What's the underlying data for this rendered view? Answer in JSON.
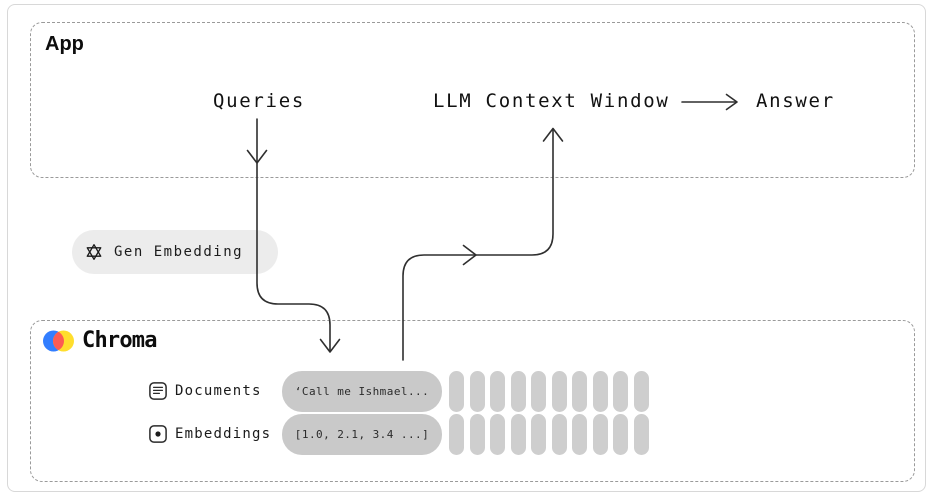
{
  "app": {
    "title": "App",
    "queries_label": "Queries",
    "llm_context_label": "LLM Context Window",
    "answer_label": "Answer"
  },
  "gen_embedding": {
    "icon": "openai-logo-icon",
    "label": "Gen Embedding"
  },
  "chroma": {
    "icon": "chroma-logo-icon",
    "title": "Chroma",
    "documents": {
      "icon": "document-icon",
      "label": "Documents",
      "sample": "‘Call me Ishmael...",
      "placeholder_count": 10
    },
    "embeddings": {
      "icon": "embedding-dot-icon",
      "label": "Embeddings",
      "sample": "[1.0, 2.1, 3.4 ...]",
      "placeholder_count": 10
    }
  },
  "colors": {
    "pill_light": "#ececec",
    "pill_gray": "#c9c9c9",
    "chroma_blue": "#327EFF",
    "chroma_red": "#FC5B53",
    "chroma_yellow": "#FFDE2D"
  }
}
